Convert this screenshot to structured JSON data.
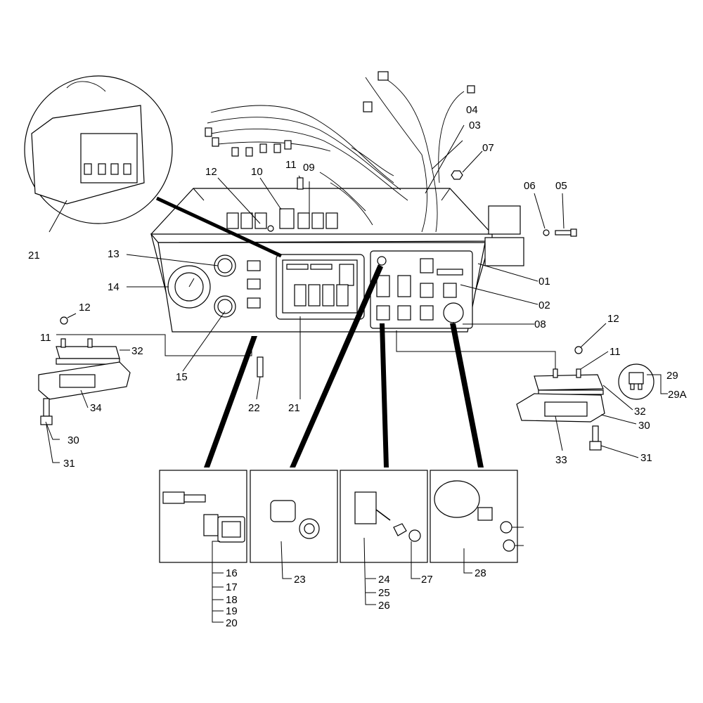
{
  "labels": {
    "l01": "01",
    "l02": "02",
    "l03": "03",
    "l04": "04",
    "l05": "05",
    "l06": "06",
    "l07": "07",
    "l08": "08",
    "l09": "09",
    "l10": "10",
    "l11a": "11",
    "l11b": "11",
    "l11c": "11",
    "l12a": "12",
    "l12b": "12",
    "l12c": "12",
    "l13": "13",
    "l14": "14",
    "l15": "15",
    "l16": "16",
    "l17": "17",
    "l18": "18",
    "l19": "19",
    "l20": "20",
    "l21a": "21",
    "l21b": "21",
    "l22": "22",
    "l23": "23",
    "l24": "24",
    "l25": "25",
    "l26": "26",
    "l27": "27",
    "l28": "28",
    "l29": "29",
    "l29a": "29A",
    "l30a": "30",
    "l30b": "30",
    "l31a": "31",
    "l31b": "31",
    "l32a": "32",
    "l32b": "32",
    "l33": "33",
    "l34": "34"
  }
}
